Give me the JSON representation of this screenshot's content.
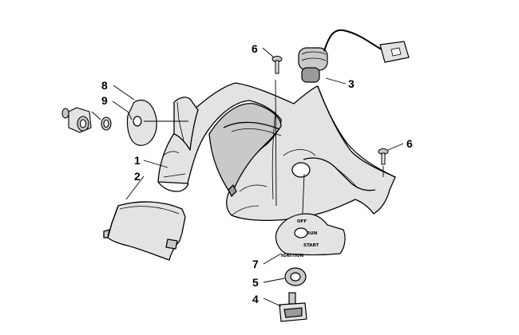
{
  "callouts": {
    "c1": "1",
    "c2": "2",
    "c3": "3",
    "c4": "4",
    "c5": "5",
    "c6a": "6",
    "c6b": "6",
    "c7": "7",
    "c8": "8",
    "c9": "9"
  },
  "switch_plate": {
    "off": "OFF",
    "run": "RUN",
    "start": "START",
    "ignition": "IGNITION"
  },
  "colors": {
    "line": "#000000",
    "shade": "#c9c9c9",
    "light_shade": "#e3e3e3",
    "dark_shade": "#9a9a9a",
    "background": "#ffffff"
  }
}
